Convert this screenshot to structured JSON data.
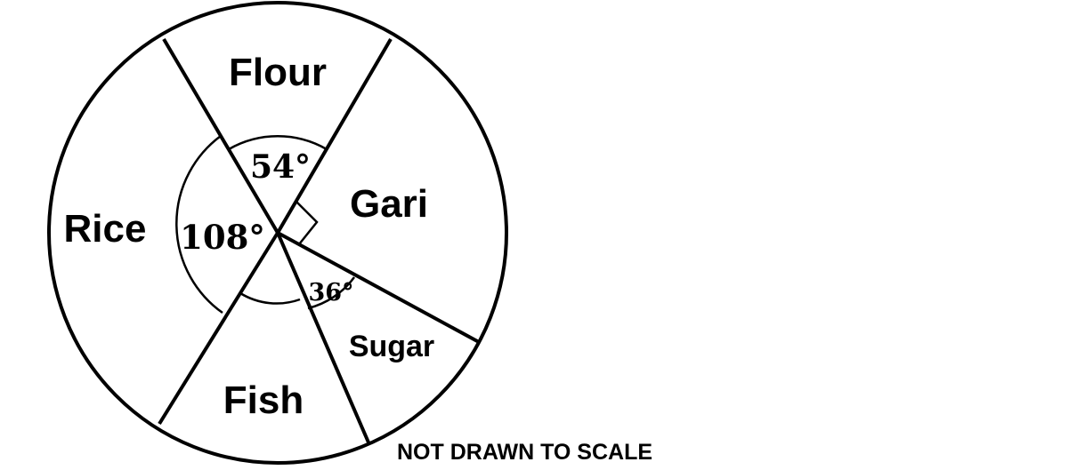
{
  "diagram": {
    "sectors": [
      {
        "label": "Flour"
      },
      {
        "label": "Gari"
      },
      {
        "label": "Sugar"
      },
      {
        "label": "Fish"
      },
      {
        "label": "Rice"
      }
    ],
    "angles": {
      "flour": "54°",
      "rice": "108°",
      "sugar": "36°",
      "gari": "90°"
    },
    "note": "NOT DRAWN TO SCALE",
    "colors": {
      "stroke": "#000000",
      "fill": "#ffffff"
    }
  }
}
